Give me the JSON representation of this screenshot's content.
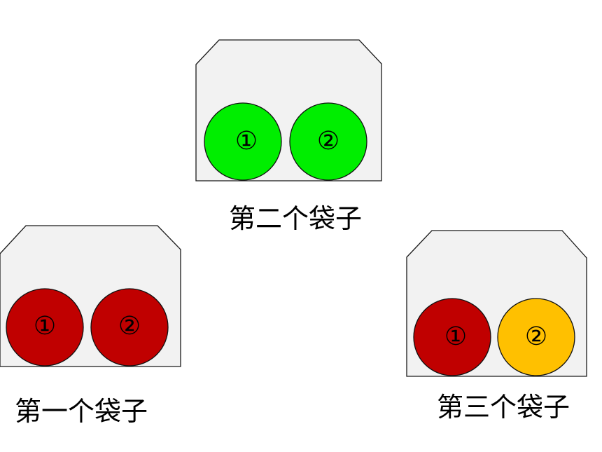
{
  "bags": [
    {
      "label": "第一个袋子",
      "balls": [
        {
          "number": "①",
          "color": "#c00000"
        },
        {
          "number": "②",
          "color": "#c00000"
        }
      ]
    },
    {
      "label": "第二个袋子",
      "balls": [
        {
          "number": "①",
          "color": "#00ee00"
        },
        {
          "number": "②",
          "color": "#00ee00"
        }
      ]
    },
    {
      "label": "第三个袋子",
      "balls": [
        {
          "number": "①",
          "color": "#c00000"
        },
        {
          "number": "②",
          "color": "#ffc000"
        }
      ]
    }
  ]
}
